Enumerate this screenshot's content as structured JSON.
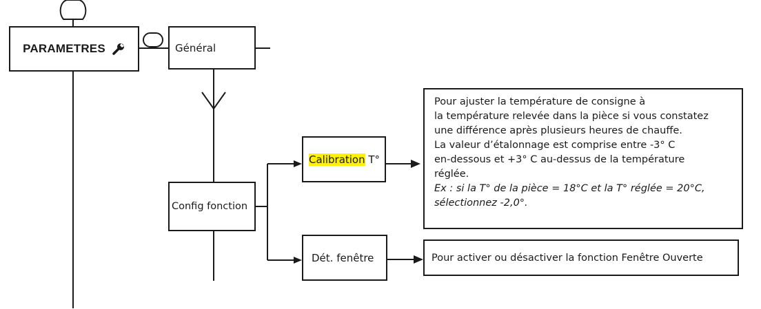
{
  "nodes": {
    "parametres": {
      "label": "PARAMETRES",
      "icon": "wrench-icon"
    },
    "general": {
      "label": "Général"
    },
    "config": {
      "label": "Config fonction"
    },
    "calibration": {
      "label_highlight": "Calibration",
      "label_rest": " T°",
      "highlight_color": "#fff200"
    },
    "det_fenetre": {
      "label": "Dét. fenêtre"
    }
  },
  "info": {
    "calibration": {
      "lines": [
        "Pour ajuster la température de consigne à",
        "la température relevée dans la pièce si vous constatez",
        "une différence après plusieurs heures de chauffe.",
        "La valeur d’étalonnage est comprise entre -3° C",
        "en-dessous et +3° C au-dessus de la température",
        "réglée."
      ],
      "example_lines": [
        "Ex : si la T° de la pièce = 18°C et la T° réglée = 20°C,",
        "sélectionnez -2,0°."
      ]
    },
    "det_fenetre": "Pour activer ou désactiver la fonction Fenêtre Ouverte"
  }
}
